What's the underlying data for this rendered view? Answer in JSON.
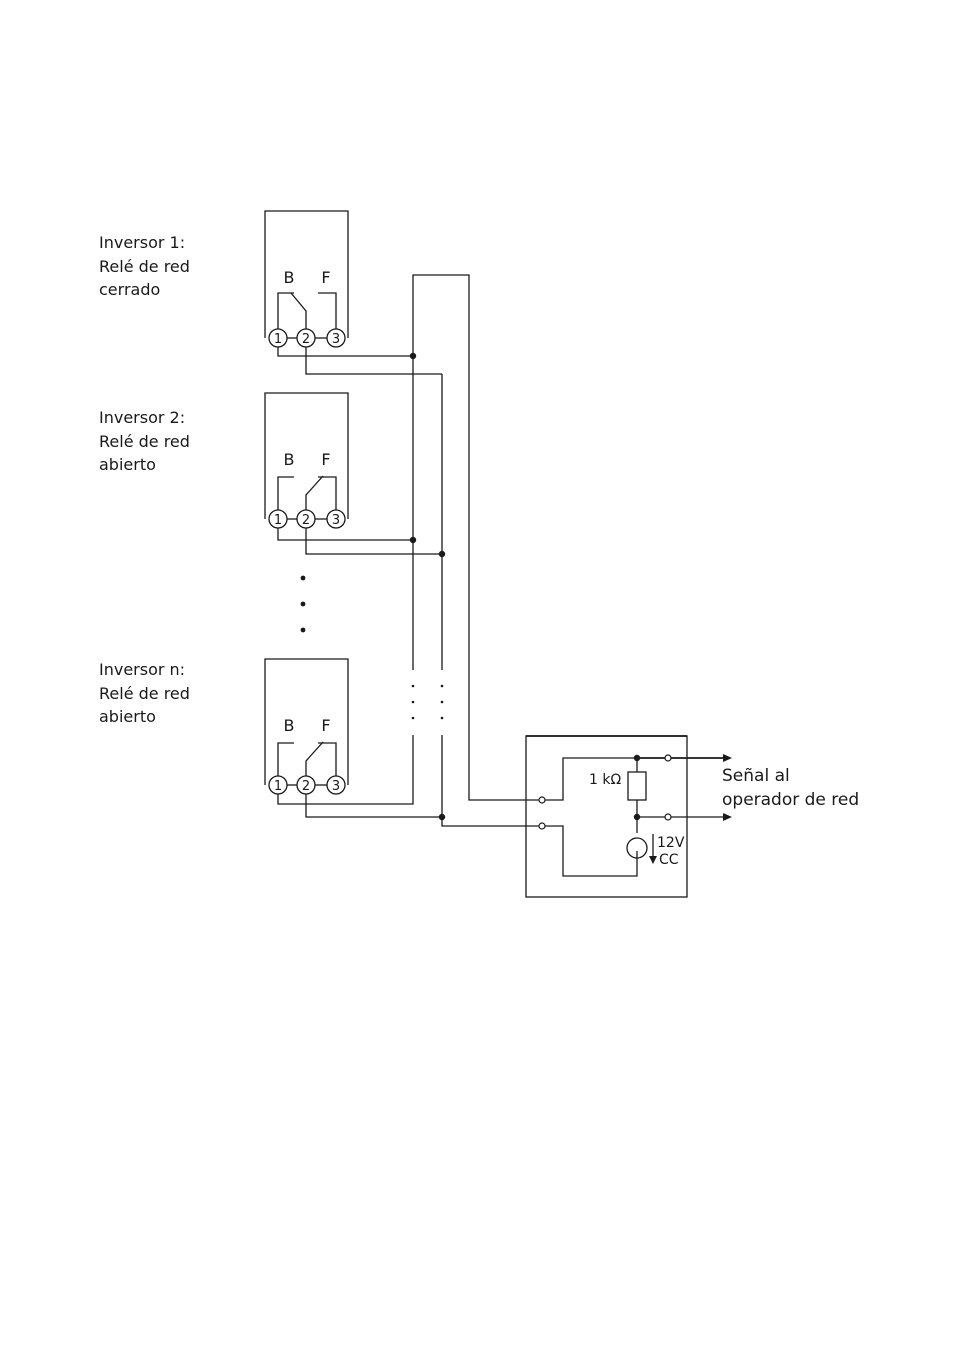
{
  "inverters": [
    {
      "title": "Inversor 1:",
      "line2": "Relé de red",
      "line3": "cerrado"
    },
    {
      "title": "Inversor 2:",
      "line2": "Relé de red",
      "line3": "abierto"
    },
    {
      "title": "Inversor n:",
      "line2": "Relé de red",
      "line3": "abierto"
    }
  ],
  "contact_labels": {
    "b": "B",
    "f": "F"
  },
  "terminals": [
    "1",
    "2",
    "3"
  ],
  "receiver": {
    "resistor": "1 kΩ",
    "source_voltage": "12V",
    "source_type": "CC"
  },
  "signal": {
    "line1": "Señal al",
    "line2": "operador de red"
  }
}
